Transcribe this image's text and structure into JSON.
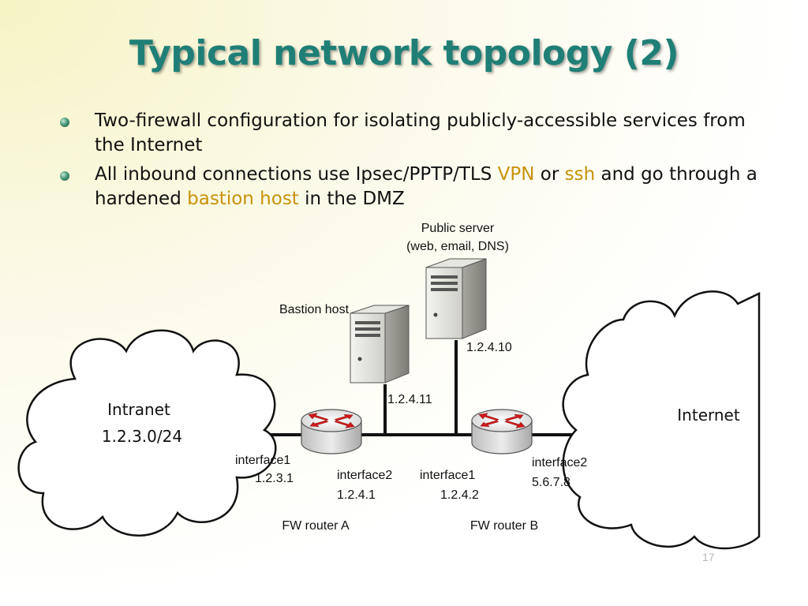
{
  "slide": {
    "title": "Typical network topology (2)",
    "bullets": [
      {
        "text": "Two-firewall configuration for isolating publicly-accessible services from the Internet"
      },
      {
        "parts": [
          {
            "text": "All inbound connections use Ipsec/PPTP/TLS ",
            "hl": false
          },
          {
            "text": "VPN",
            "hl": true
          },
          {
            "text": " or  ",
            "hl": false
          },
          {
            "text": "ssh",
            "hl": true
          },
          {
            "text": " and go through a hardened ",
            "hl": false
          },
          {
            "text": "bastion host",
            "hl": true
          },
          {
            "text": " in the DMZ",
            "hl": false
          }
        ]
      }
    ],
    "page_number": "17"
  },
  "diagram": {
    "public_server": {
      "line1": "Public server",
      "line2": "(web, email, DNS)",
      "ip": "1.2.4.10"
    },
    "bastion_host": {
      "label": "Bastion host",
      "ip": "1.2.4.11"
    },
    "intranet": {
      "name": "Intranet",
      "subnet": "1.2.3.0/24"
    },
    "internet": {
      "name": "Internet"
    },
    "fw_a": {
      "label": "FW router A",
      "if1_name": "interface1",
      "if1_ip": "1.2.3.1",
      "if2_name": "interface2",
      "if2_ip": "1.2.4.1"
    },
    "fw_b": {
      "label": "FW router B",
      "if1_name": "interface1",
      "if1_ip": "1.2.4.2",
      "if2_name": "interface2",
      "if2_ip": "5.6.7.8"
    }
  },
  "colors": {
    "title": "#1f7f76",
    "highlight": "#c8920a",
    "router_arrows": "#d01818"
  }
}
